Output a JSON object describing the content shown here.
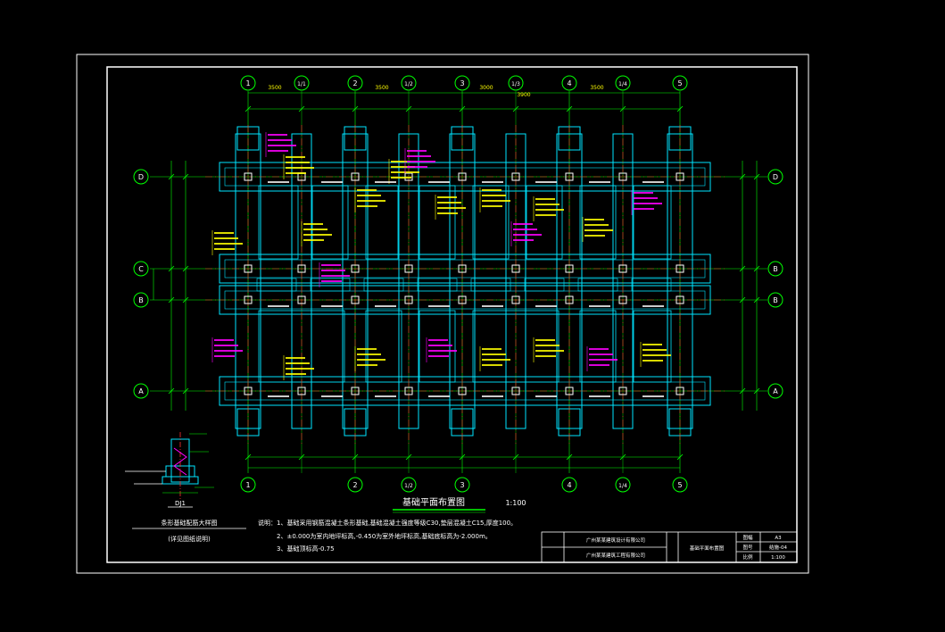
{
  "drawing": {
    "title": "基础平面布置图",
    "scale": "1:100",
    "axes_top": [
      "1",
      "1/1",
      "2",
      "1/2",
      "3",
      "1/3",
      "4",
      "1/4",
      "5"
    ],
    "axes_bottom": [
      "1",
      "2",
      "1/2",
      "3",
      "4",
      "1/4",
      "5"
    ],
    "axes_left": [
      "D",
      "C",
      "B",
      "A"
    ],
    "axes_right": [
      "D",
      "B",
      "B",
      "A"
    ],
    "dims_top": [
      "3500",
      "3500",
      "3000",
      "3900",
      "3500"
    ],
    "notes": {
      "heading": "说明：",
      "line1": "1、基础采用钢筋混凝土条形基础,基础混凝土强度等级C30,垫层混凝土C15,厚度100。",
      "line2": "2、±0.000为室内地坪标高,-0.450为室外地坪标高,基础底标高为-2.000m。",
      "line3": "3、基础顶标高-0.75"
    },
    "detail": {
      "label": "DJ1",
      "caption1": "条形基础配筋大样图",
      "caption2": "(详见图纸说明)"
    },
    "title_block": {
      "company1": "广州某某建筑设计有限公司",
      "company2": "广州某某建筑工程有限公司",
      "drawing_name": "基础平面布置图",
      "size_label": "图幅",
      "size": "A3",
      "number_label": "图号",
      "number": "结施-04",
      "scale_label": "比例",
      "scale": "1:100"
    }
  },
  "colors": {
    "background": "#000000",
    "frame": "#ffffff",
    "axis_bubble": "#00ff00",
    "dimension": "#00ff00",
    "foundation": "#00e5ff",
    "centerline": "#ff3030",
    "label": "#ffff00",
    "beam_label": "#ff00ff",
    "column": "#ffffff"
  }
}
